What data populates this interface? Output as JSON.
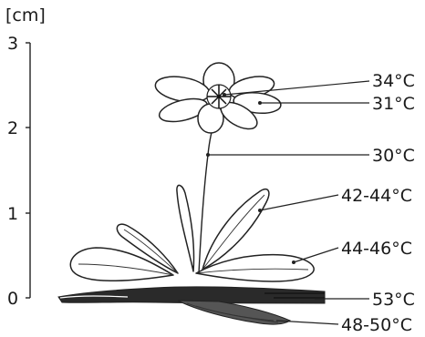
{
  "axis": {
    "unit": "[cm]",
    "ticks": [
      "3",
      "2",
      "1",
      "0"
    ]
  },
  "temperatures": [
    {
      "part": "flower-center",
      "label": "34°C"
    },
    {
      "part": "petal",
      "label": "31°C"
    },
    {
      "part": "stem",
      "label": "30°C"
    },
    {
      "part": "upper-leaf",
      "label": "42-44°C"
    },
    {
      "part": "lower-leaf",
      "label": "44-46°C"
    },
    {
      "part": "ground-surface",
      "label": "53°C"
    },
    {
      "part": "soil",
      "label": "48-50°C"
    }
  ],
  "colors": {
    "ink": "#222222",
    "background": "#ffffff"
  }
}
